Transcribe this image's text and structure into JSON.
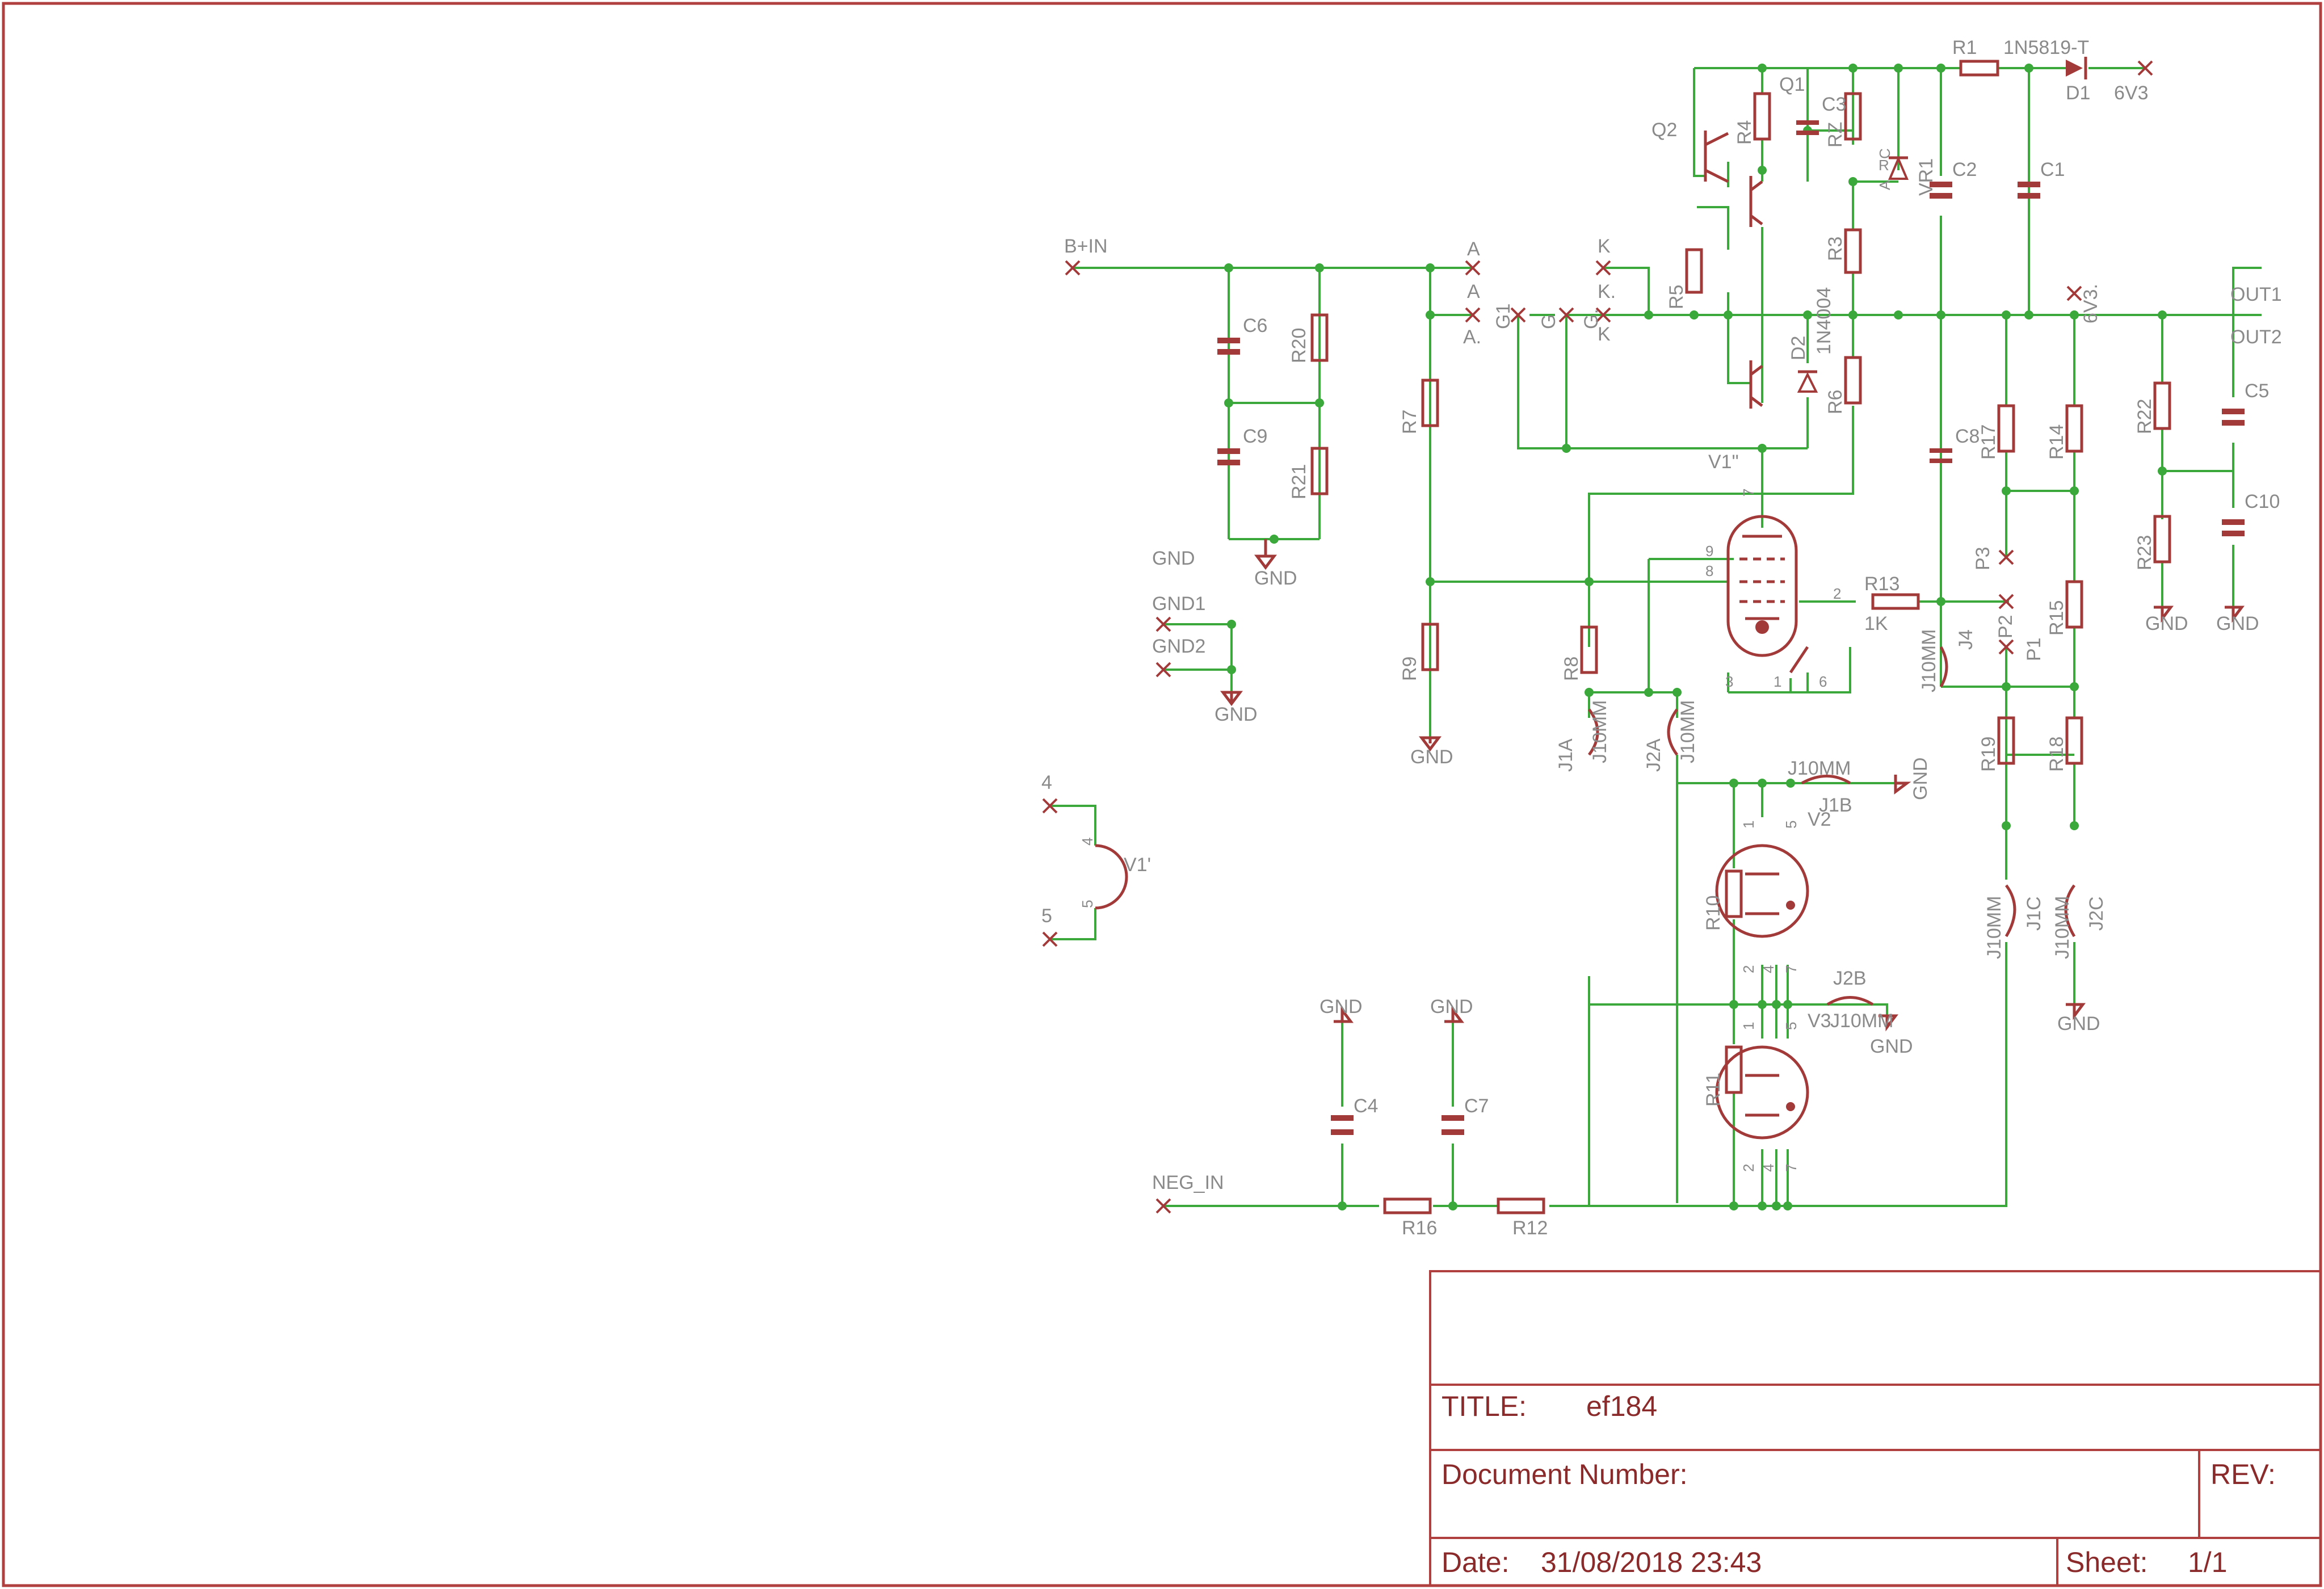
{
  "schematic": {
    "nets": {
      "b_in": "B+IN",
      "neg_in": "NEG_IN",
      "gnd": "GND",
      "gnd1": "GND1",
      "gnd2": "GND2",
      "v6v3": "6V3",
      "v6v3b": "6V3.",
      "out1": "OUT1",
      "out2": "OUT2",
      "a": "A",
      "a_dot": "A.",
      "k": "K",
      "k_dot": "K.",
      "g1": "G1",
      "g": "G",
      "g_dot": "G.",
      "p1": "P1",
      "p2": "P2",
      "p3": "P3",
      "n4": "4",
      "n5": "5"
    },
    "parts": {
      "r1": "R1",
      "r3": "R3",
      "r4": "R4",
      "r5": "R5",
      "r6": "R6",
      "r7": "R7",
      "r8": "R8",
      "r9": "R9",
      "r10": "R10",
      "r11": "R11",
      "r12": "R12",
      "r13": "R13",
      "r13_value": "1K",
      "r14": "R14",
      "r15": "R15",
      "r16": "R16",
      "r17": "R17",
      "r18": "R18",
      "r19": "R19",
      "r20": "R20",
      "r21": "R21",
      "r22": "R22",
      "r23": "R23",
      "rz": "RZ",
      "c1": "C1",
      "c2": "C2",
      "c3": "C3",
      "c4": "C4",
      "c5": "C5",
      "c6": "C6",
      "c7": "C7",
      "c8": "C8",
      "c9": "C9",
      "c10": "C10",
      "q1": "Q1",
      "q2": "Q2",
      "vr1": "VR1",
      "d1": "D1",
      "d1_value": "1N5819-T",
      "d2": "D2",
      "d2_value": "1N4004",
      "v1": "V1\"",
      "v1p": "V1'",
      "v2": "V2",
      "v3": "V3",
      "j1a": "J1A",
      "j1b": "J1B",
      "j1c": "J1C",
      "j2a": "J2A",
      "j2b": "J2B",
      "j2c": "J2C",
      "j4": "J4",
      "j10mm": "J10MM"
    },
    "pins": {
      "p1": "1",
      "p2": "2",
      "p3": "3",
      "p4": "4",
      "p5": "5",
      "p6": "6",
      "p7": "7",
      "p8": "8",
      "p9": "9",
      "r": "R",
      "a": "A",
      "c": "C"
    }
  },
  "title_block": {
    "title_label": "TITLE:",
    "title_value": "ef184",
    "doc_number_label": "Document Number:",
    "rev_label": "REV:",
    "date_label": "Date:",
    "date_value": "31/08/2018 23:43",
    "sheet_label": "Sheet:",
    "sheet_value": "1/1"
  },
  "colors": {
    "wire": "#3aa83a",
    "part": "#a33a3a",
    "label": "#8a8a8a",
    "frame": "#b04040"
  }
}
